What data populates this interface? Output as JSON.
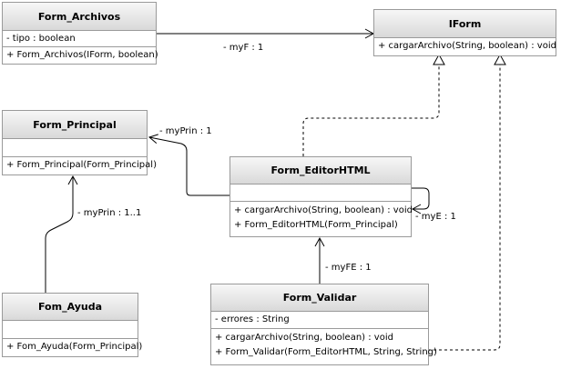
{
  "classes": {
    "form_archivos": {
      "name": "Form_Archivos",
      "attributes": [
        "- tipo : boolean"
      ],
      "operations": [
        "+ Form_Archivos(IForm, boolean)"
      ]
    },
    "iform": {
      "name": "IForm",
      "operations": [
        "+ cargarArchivo(String, boolean) : void"
      ]
    },
    "form_principal": {
      "name": "Form_Principal",
      "attributes": [],
      "operations": [
        "+ Form_Principal(Form_Principal)"
      ]
    },
    "form_editorhtml": {
      "name": "Form_EditorHTML",
      "attributes": [],
      "operations": [
        "+ cargarArchivo(String, boolean) : void",
        "+ Form_EditorHTML(Form_Principal)"
      ]
    },
    "fom_ayuda": {
      "name": "Fom_Ayuda",
      "attributes": [],
      "operations": [
        "+ Fom_Ayuda(Form_Principal)"
      ]
    },
    "form_validar": {
      "name": "Form_Validar",
      "attributes": [
        "- errores : String"
      ],
      "operations": [
        "+ cargarArchivo(String, boolean) : void",
        "+ Form_Validar(Form_EditorHTML, String, String)"
      ]
    }
  },
  "relations": {
    "archivos_to_iform": "- myF : 1",
    "editor_to_principal": "- myPrin : 1",
    "ayuda_to_principal": "- myPrin : 1..1",
    "editor_self": "- myE : 1",
    "validar_to_editor": "- myFE : 1"
  },
  "colors": {
    "border": "#9a9a9a",
    "header_top": "#f7f7f7",
    "header_bottom": "#d9d9d9",
    "line": "#000000"
  }
}
